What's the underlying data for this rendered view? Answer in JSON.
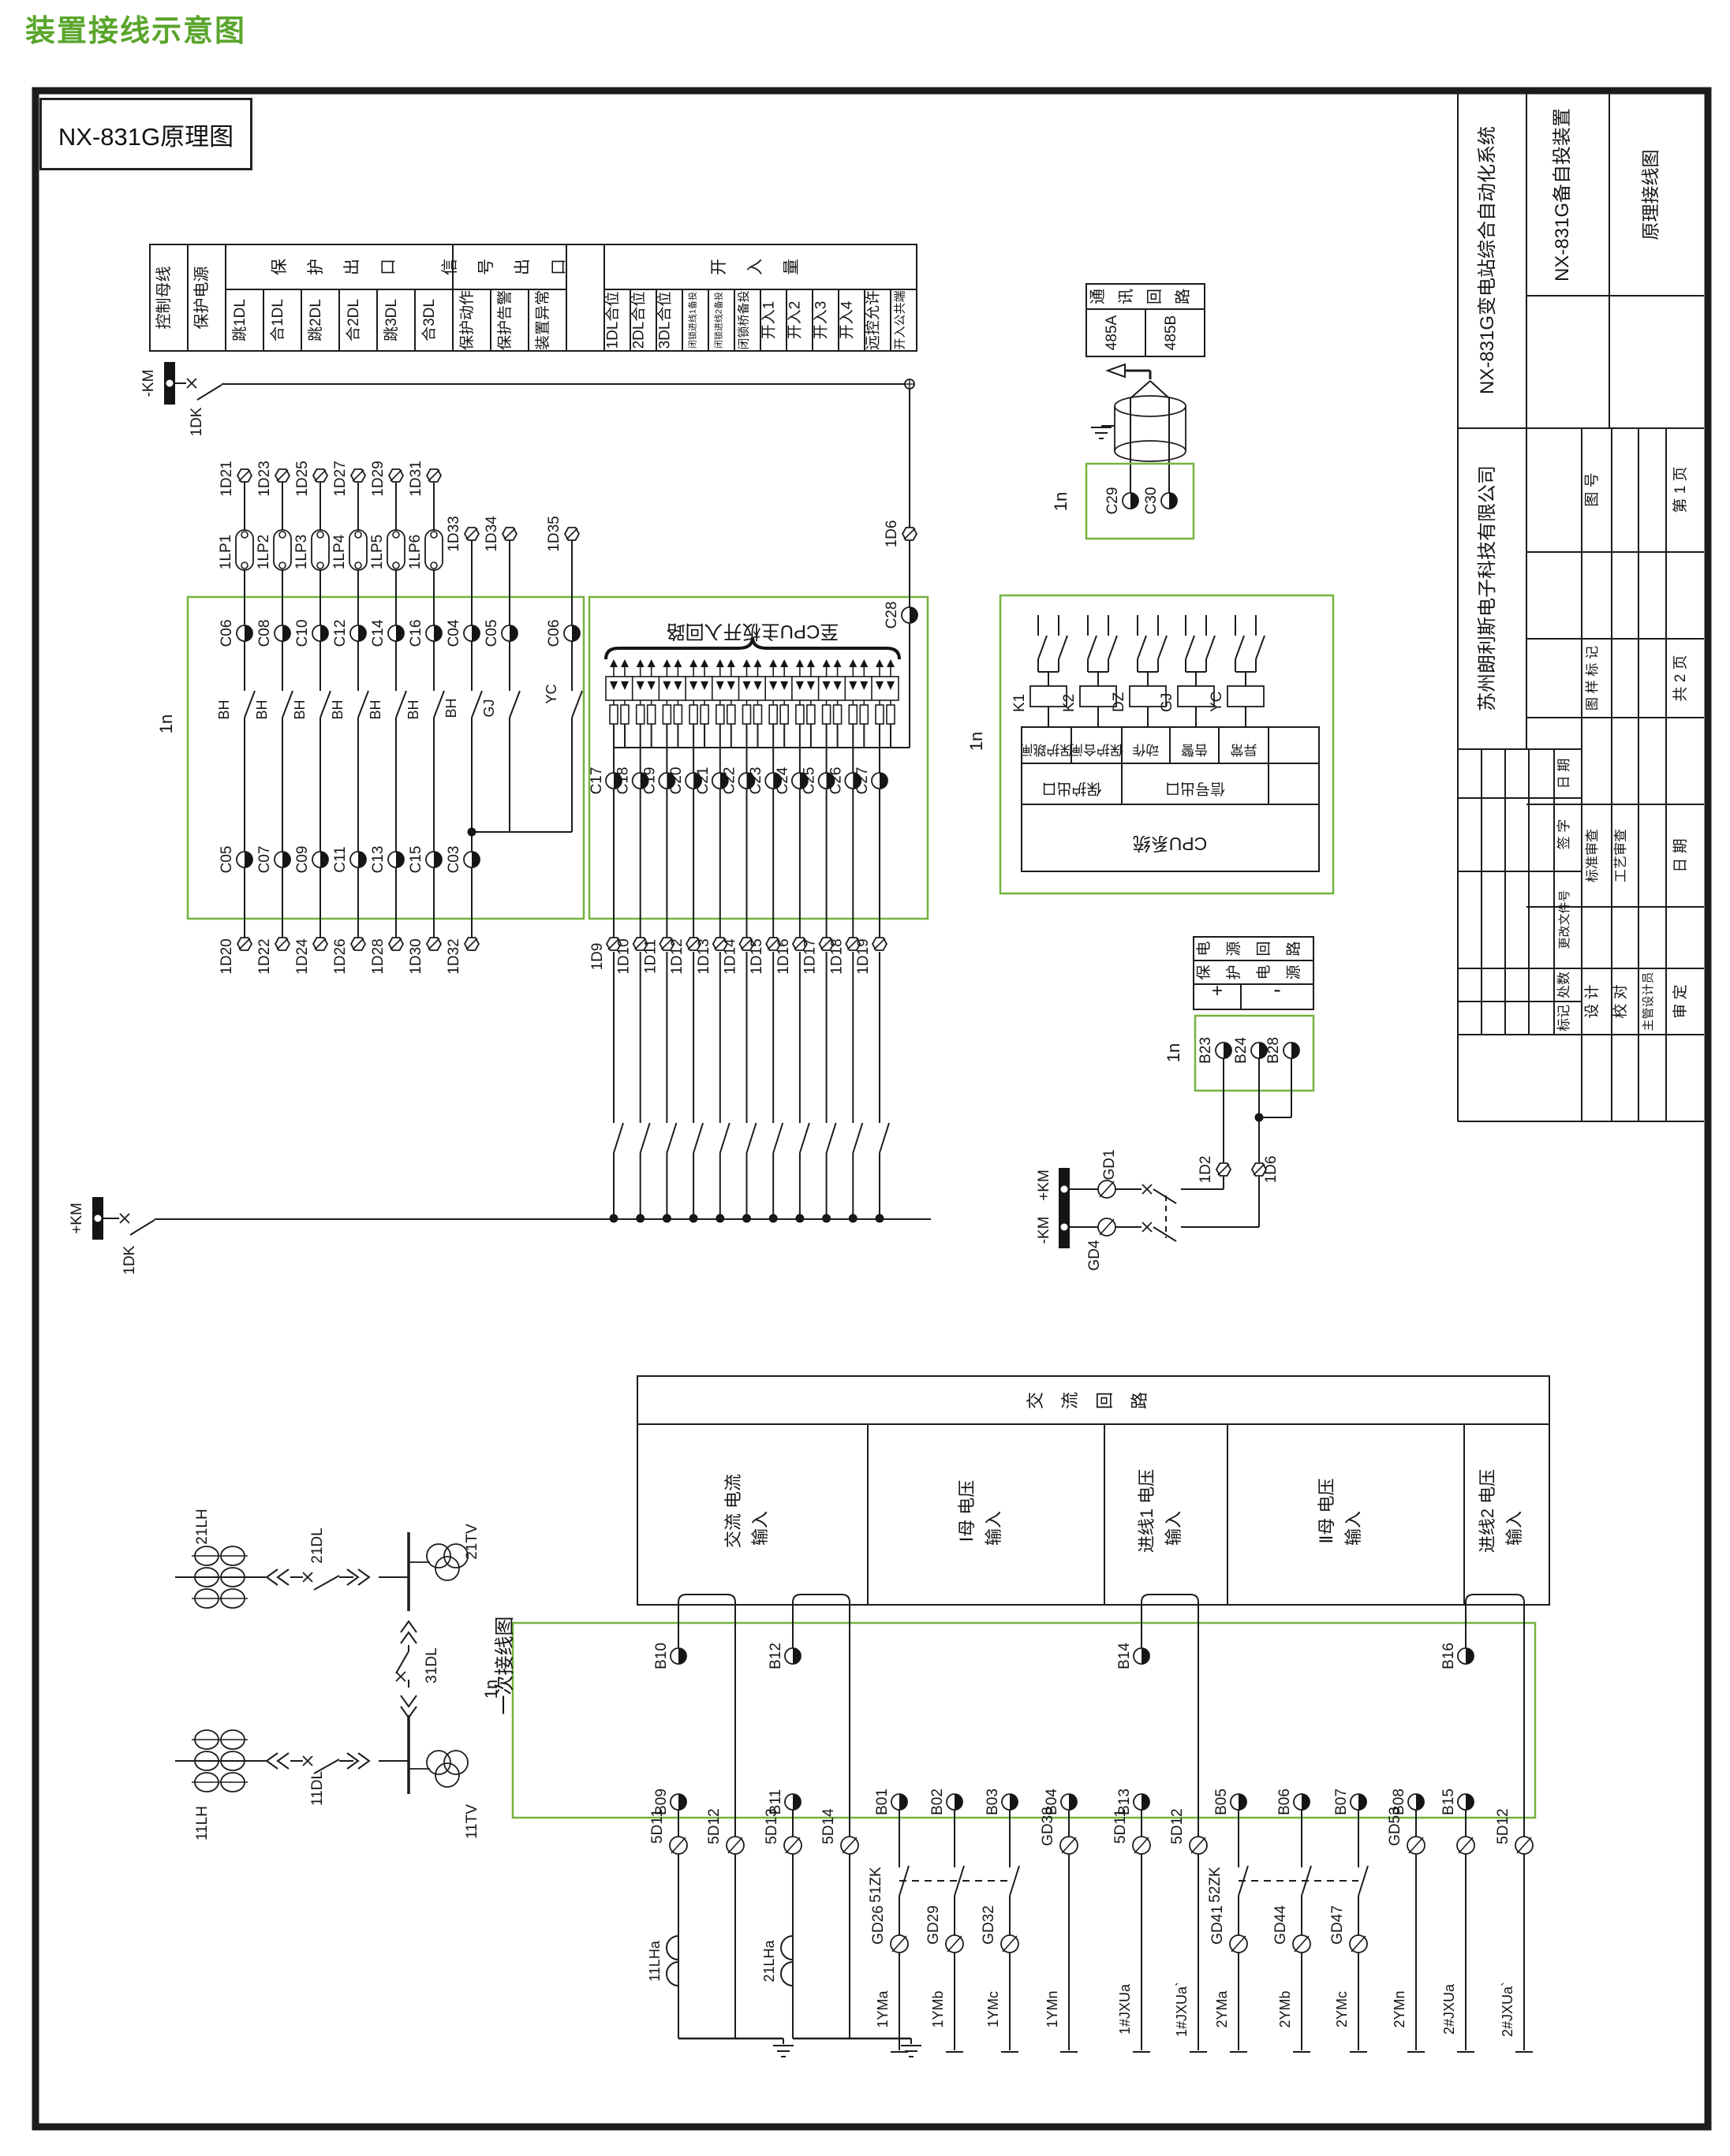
{
  "page": {
    "heading": "装置接线示意图",
    "accent_green": "#5aa52c"
  },
  "drawing": {
    "title": "NX-831G原理图",
    "boundary": "1n"
  },
  "io_table": {
    "tall_cols": [
      "控制母线",
      "保护电源"
    ],
    "groups": [
      {
        "title": "保护出口",
        "cols": [
          "跳1DL",
          "合1DL",
          "跳2DL",
          "合2DL",
          "跳3DL",
          "合3DL"
        ]
      },
      {
        "title": "信号出口",
        "cols": [
          "保护动作",
          "保护告警",
          "装置异常"
        ]
      },
      {
        "title": "",
        "cols": [
          ""
        ]
      },
      {
        "title": "开入量",
        "cols": [
          "1DL合位",
          "2DL合位",
          "3DL合位",
          "闭锁进线1备投",
          "闭锁进线2备投",
          "闭锁桥备投",
          "开入1",
          "开入2",
          "开入3",
          "开入4",
          "远控允许",
          "开入公共端"
        ]
      }
    ]
  },
  "buses": {
    "neg": "-KM",
    "pos": "+KM",
    "knife": "1DK"
  },
  "dc": {
    "outputs": [
      {
        "ext_top": "1D21",
        "plate": "1LP1",
        "top": "C06",
        "contact": "BH",
        "bot": "C05",
        "ext_bot": "1D20"
      },
      {
        "ext_top": "1D23",
        "plate": "1LP2",
        "top": "C08",
        "contact": "BH",
        "bot": "C07",
        "ext_bot": "1D22"
      },
      {
        "ext_top": "1D25",
        "plate": "1LP3",
        "top": "C10",
        "contact": "BH",
        "bot": "C09",
        "ext_bot": "1D24"
      },
      {
        "ext_top": "1D27",
        "plate": "1LP4",
        "top": "C12",
        "contact": "BH",
        "bot": "C11",
        "ext_bot": "1D26"
      },
      {
        "ext_top": "1D29",
        "plate": "1LP5",
        "top": "C14",
        "contact": "BH",
        "bot": "C13",
        "ext_bot": "1D28"
      },
      {
        "ext_top": "1D31",
        "plate": "1LP6",
        "top": "C16",
        "contact": "BH",
        "bot": "C15",
        "ext_bot": "1D30"
      }
    ],
    "signals": [
      {
        "ext_top": "1D33",
        "top": "C04",
        "contact": "BH",
        "bot": "C03",
        "ext_bot": "1D32"
      },
      {
        "ext_top": "1D34",
        "top": "C05",
        "contact": "GJ"
      },
      {
        "ext_top": "1D35",
        "top": "C06",
        "contact": "YC"
      }
    ],
    "opto": {
      "brace_label": "至CPU主板开入回路",
      "terms": [
        "C17",
        "C18",
        "C19",
        "C20",
        "C21",
        "C22",
        "C23",
        "C24",
        "C25",
        "C26",
        "C27"
      ],
      "exts": [
        "1D9",
        "1D10",
        "1D11",
        "1D12",
        "1D13",
        "1D14",
        "1D15",
        "1D16",
        "1D17",
        "1D18",
        "1D19"
      ],
      "common_term": "C28",
      "common_ext": "1D6"
    }
  },
  "comm": {
    "header": "通讯回路",
    "cells": [
      "485A",
      "485B"
    ],
    "terms": [
      "C29",
      "C30"
    ]
  },
  "relay": {
    "coils": [
      "K1",
      "K2",
      "DZ",
      "GJ",
      "YC"
    ],
    "row1": [
      "保护跳闸",
      "保护合闸",
      "动作",
      "告警",
      "异常",
      ""
    ],
    "row2": [
      "保护出口",
      "信号出口",
      ""
    ],
    "row3": "CPU系统"
  },
  "power": {
    "header": "电源回路",
    "sub": "保护电源",
    "pos": "+",
    "neg": "-",
    "terms": [
      "B23",
      "B24",
      "B28"
    ],
    "exts": [
      "1D2",
      "1D6"
    ],
    "gds": [
      "GD1",
      "GD4"
    ],
    "bus_pos": "+KM",
    "bus_neg": "-KM"
  },
  "title_block": {
    "system": "NX-831G变电站综合自动化系统",
    "device": "NX-831G备自投装置",
    "doc_type": "原理接线图",
    "company": "苏州朗利斯电子科技有限公司",
    "drawing_no": "图  号",
    "stamp": "图 样 标 记",
    "page": "第 1 页",
    "pages": "共 2 页",
    "rev_labels": [
      "日 期",
      "签  字",
      "更改文件号",
      "处数",
      "标记"
    ],
    "check1": "标准审查",
    "check2": "工艺审查",
    "design": "设  计",
    "proof": "校  对",
    "chief": "主管设计员",
    "approve": "审  定",
    "date2": "日  期"
  },
  "ac": {
    "header": "交流回路",
    "columns": [
      [
        "交流  电流",
        "输入"
      ],
      [
        "Ⅰ母  电压",
        "输入"
      ],
      [
        "进线1  电压",
        "输入"
      ],
      [
        "Ⅱ母  电压",
        "输入"
      ],
      [
        "进线2  电压",
        "输入"
      ]
    ],
    "current": {
      "tops": [
        "B10",
        "B12"
      ],
      "bots": [
        "B09",
        "B11"
      ],
      "exts": [
        "5D11",
        "5D12",
        "5D13",
        "5D14"
      ],
      "cts": [
        "11LHa",
        "21LHa"
      ]
    },
    "vt1": {
      "bots": [
        "B01",
        "B02",
        "B03",
        "B04"
      ],
      "switch": "51ZK",
      "gds": [
        "GD26",
        "GD29",
        "GD32",
        "GD38"
      ],
      "tails": [
        "1YMa",
        "1YMb",
        "1YMc",
        "1YMn"
      ]
    },
    "jx1": {
      "top": "B14",
      "bot": "B13",
      "exts": [
        "5D11",
        "5D12"
      ],
      "tails": [
        "1#JXUa",
        "1#JXUa`"
      ]
    },
    "vt2": {
      "bots": [
        "B05",
        "B06",
        "B07",
        "B08"
      ],
      "switch": "52ZK",
      "gds": [
        "GD41",
        "GD44",
        "GD47",
        "GD53"
      ],
      "tails": [
        "2YMa",
        "2YMb",
        "2YMc",
        "2YMn"
      ]
    },
    "jx2": {
      "top": "B16",
      "bot": "B15",
      "exts": [
        "",
        "5D12"
      ],
      "tails": [
        "2#JXUa",
        "2#JXUa`"
      ]
    }
  },
  "oneline": {
    "label": "一次接线图",
    "ct_top": "21LH",
    "brk_top": "21DL",
    "tv_top": "21TV",
    "tie": "31DL",
    "ct_bot": "11LH",
    "brk_bot": "11DL",
    "tv_bot": "11TV"
  }
}
